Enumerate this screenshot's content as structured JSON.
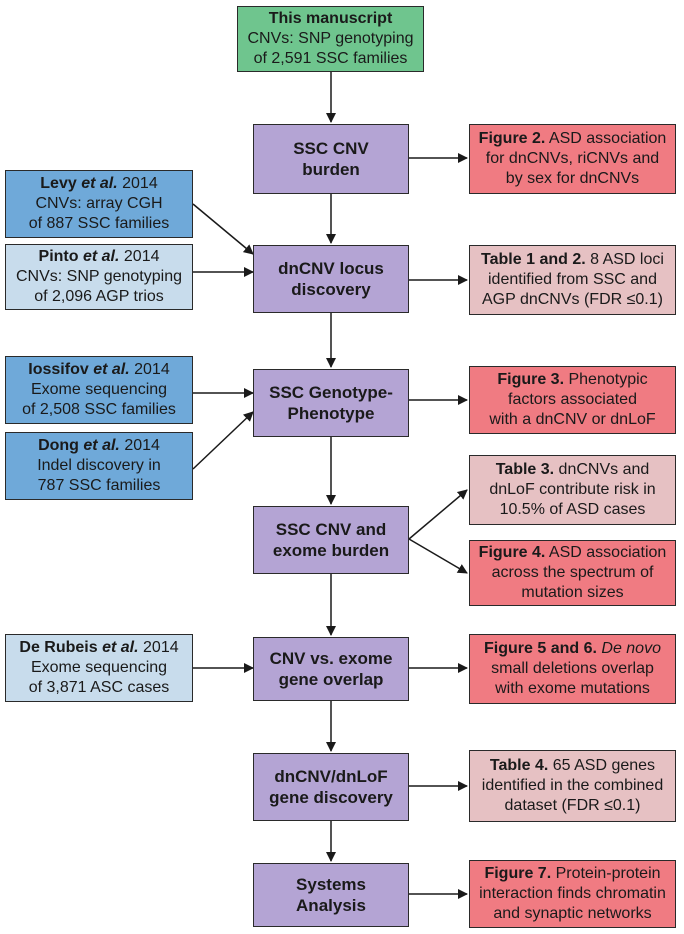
{
  "manuscript": {
    "title": "This manuscript",
    "line2": "CNVs: SNP genotyping",
    "line3": "of 2,591 SSC families"
  },
  "steps": [
    {
      "line1": "SSC CNV",
      "line2": "burden"
    },
    {
      "line1": "dnCNV locus",
      "line2": "discovery"
    },
    {
      "line1": "SSC Genotype-",
      "line2": "Phenotype"
    },
    {
      "line1": "SSC CNV and",
      "line2": "exome burden"
    },
    {
      "line1": "CNV vs. exome",
      "line2": "gene overlap"
    },
    {
      "line1": "dnCNV/dnLoF",
      "line2": "gene discovery"
    },
    {
      "line1": "Systems",
      "line2": "Analysis"
    }
  ],
  "inputs": [
    {
      "author": "Levy",
      "etal": "et al.",
      "year": "2014",
      "line2": "CNVs: array CGH",
      "line3": "of 887 SSC families"
    },
    {
      "author": "Pinto",
      "etal": "et al.",
      "year": "2014",
      "line2": "CNVs: SNP genotyping",
      "line3": "of 2,096 AGP trios"
    },
    {
      "author": "Iossifov",
      "etal": "et al.",
      "year": "2014",
      "line2": "Exome sequencing",
      "line3": "of 2,508 SSC families"
    },
    {
      "author": "Dong",
      "etal": "et al.",
      "year": "2014",
      "line2": "Indel discovery in",
      "line3": "787 SSC families"
    },
    {
      "author": "De Rubeis",
      "etal": "et al.",
      "year": "2014",
      "line2": "Exome sequencing",
      "line3": "of 3,871 ASC cases"
    }
  ],
  "outputs": [
    {
      "bold": "Figure 2.",
      "rest": " ASD association",
      "line2": "for dnCNVs, riCNVs and",
      "line3": "by sex for dnCNVs"
    },
    {
      "bold": "Table 1 and 2.",
      "rest": " 8 ASD loci",
      "line2": "identified from SSC and",
      "line3": "AGP dnCNVs (FDR ≤0.1)"
    },
    {
      "bold": "Figure 3.",
      "rest": " Phenotypic",
      "line2": "factors associated",
      "line3": "with a dnCNV or dnLoF"
    },
    {
      "bold": "Table 3.",
      "rest": " dnCNVs and",
      "line2": "dnLoF contribute risk in",
      "line3": "10.5% of ASD cases"
    },
    {
      "bold": "Figure 4.",
      "rest": " ASD association",
      "line2": "across the spectrum of",
      "line3": "mutation sizes"
    },
    {
      "bold": "Figure 5 and 6.",
      "italic": " De novo",
      "line2": "small deletions overlap",
      "line3": "with exome mutations"
    },
    {
      "bold": "Table 4.",
      "rest": " 65 ASD genes",
      "line2": "identified in the combined",
      "line3": "dataset (FDR ≤0.1)"
    },
    {
      "bold": "Figure 7.",
      "rest": " Protein-protein",
      "line2": "interaction finds chromatin",
      "line3": "and synaptic networks"
    }
  ],
  "colors": {
    "green": "#6fc58e",
    "purple": "#b4a4d4",
    "blue": "#6fa9d9",
    "lightblue": "#c8dcec",
    "red": "#f07b82",
    "pink": "#e6c1c3"
  }
}
